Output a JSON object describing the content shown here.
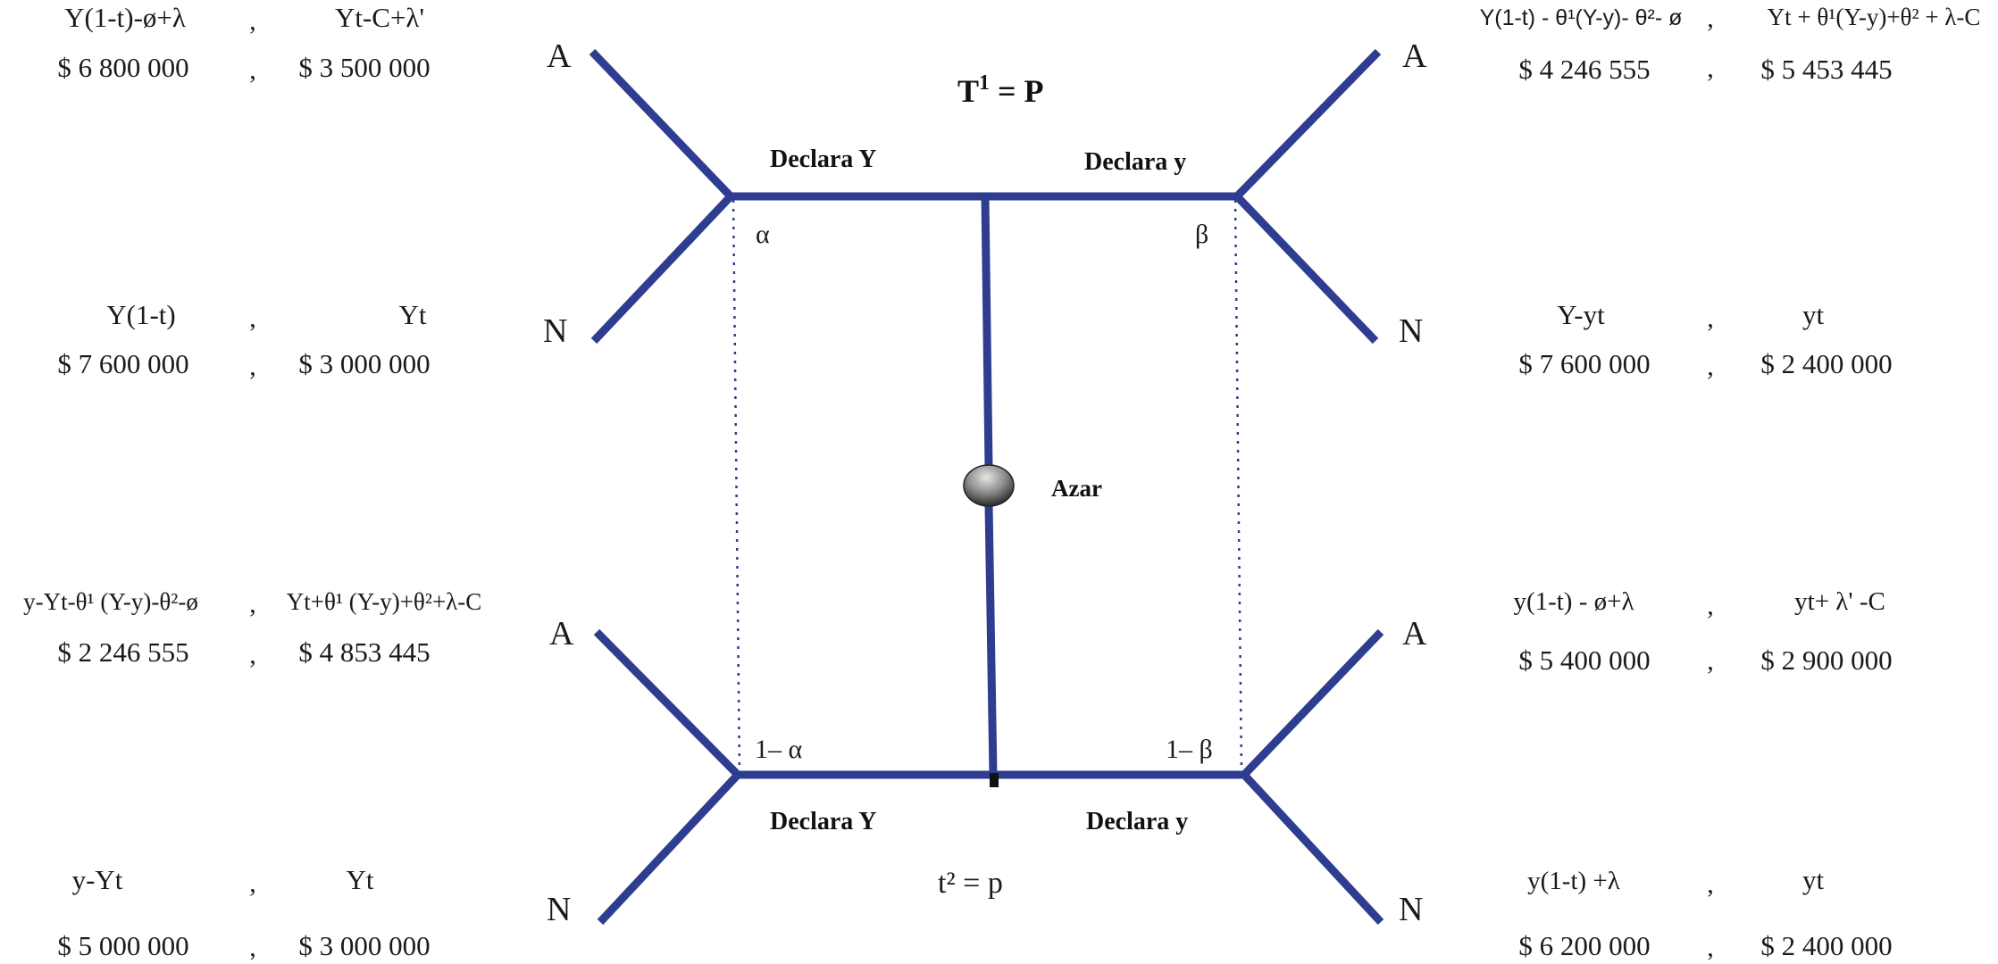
{
  "colors": {
    "branch": "#2e3d8f",
    "dotted": "#2e3d8f",
    "text": "#1a1a1a",
    "node_dark": "#333333",
    "node_light": "#d8d8d8"
  },
  "top": {
    "title_main": "T",
    "title_sup": "1",
    "title_rest": " = P",
    "left_action": "Declara Y",
    "right_action": "Declara y",
    "left_prob": "α",
    "right_prob": "β"
  },
  "bottom": {
    "title": "t² = p",
    "left_action": "Declara Y",
    "right_action": "Declara y",
    "left_prob": "1– α",
    "right_prob": "1– β"
  },
  "chance": {
    "label": "Azar"
  },
  "branch_labels": {
    "a": "A",
    "n": "N"
  },
  "separator": ",",
  "payoffs": {
    "top_left_a": {
      "f1": "Y(1-t)-ø+λ",
      "f2": "Yt-C+λ'",
      "v1": "$ 6 800 000",
      "v2": "$ 3 500 000"
    },
    "top_left_n": {
      "f1": "Y(1-t)",
      "f2": "Yt",
      "v1": "$ 7 600 000",
      "v2": "$ 3 000 000"
    },
    "bottom_left_a": {
      "f1": "y-Yt-θ¹ (Y-y)-θ²-ø",
      "f2": "Yt+θ¹ (Y-y)+θ²+λ-C",
      "v1": "$ 2 246 555",
      "v2": "$ 4 853 445"
    },
    "bottom_left_n": {
      "f1": "y-Yt",
      "f2": "Yt",
      "v1": "$ 5 000 000",
      "v2": "$ 3 000 000"
    },
    "top_right_a": {
      "f1": "Y(1-t) - θ¹(Y-y)- θ²- ø",
      "f2": "Yt + θ¹(Y-y)+θ² + λ-C",
      "v1": "$ 4 246 555",
      "v2": "$ 5 453 445"
    },
    "top_right_n": {
      "f1": "Y-yt",
      "f2": "yt",
      "v1": "$ 7 600 000",
      "v2": "$ 2 400 000"
    },
    "bottom_right_a": {
      "f1": "y(1-t) - ø+λ",
      "f2": "yt+ λ' -C",
      "v1": "$ 5 400 000",
      "v2": "$ 2 900 000"
    },
    "bottom_right_n": {
      "f1": "y(1-t) +λ",
      "f2": "yt",
      "v1": "$ 6 200 000",
      "v2": "$ 2 400 000"
    }
  }
}
